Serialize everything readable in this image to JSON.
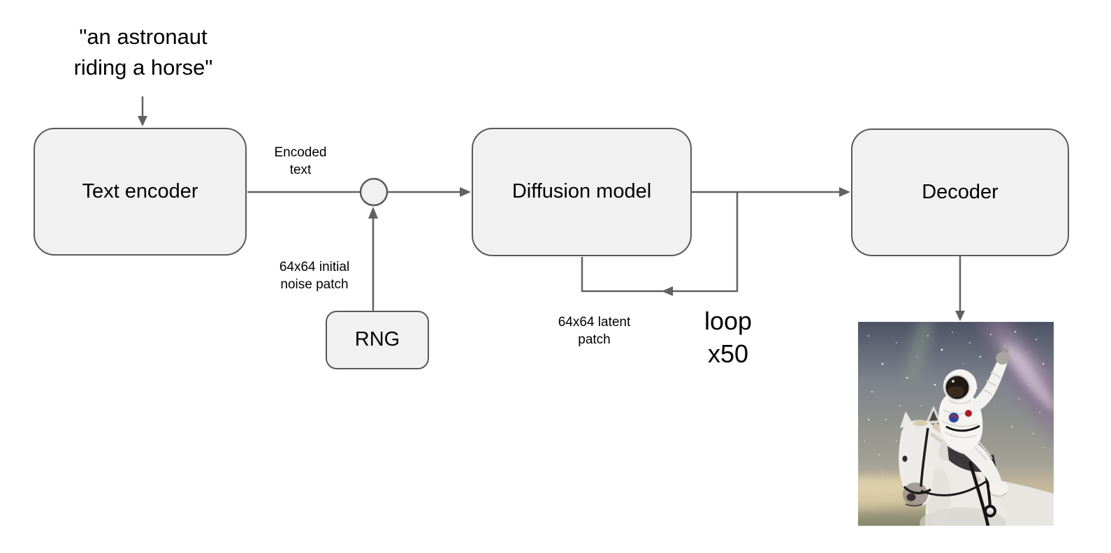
{
  "prompt_label": "\"an astronaut\nriding a horse\"",
  "nodes": {
    "text_encoder": "Text encoder",
    "rng": "RNG",
    "diffusion_model": "Diffusion model",
    "decoder": "Decoder"
  },
  "edge_labels": {
    "encoded_text": "Encoded\ntext",
    "initial_noise": "64x64 initial\nnoise patch",
    "latent_patch": "64x64 latent\npatch",
    "loop": "loop\nx50"
  },
  "output_image": {
    "alt": "an astronaut riding a white horse against a starry sky"
  },
  "colors": {
    "node_fill": "#f1f1f1",
    "node_border": "#595959",
    "connector": "#616161",
    "text": "#000000",
    "background": "#ffffff"
  }
}
